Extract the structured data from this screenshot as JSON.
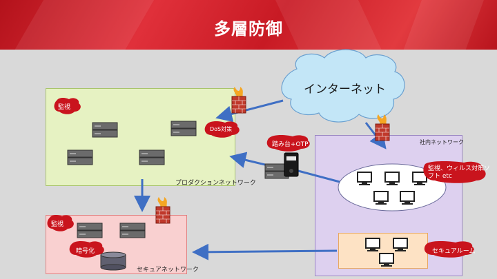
{
  "title": "多層防御",
  "internet": {
    "label": "インターネット"
  },
  "production": {
    "label": "プロダクションネットワーク",
    "tags": {
      "monitor": "監視",
      "ddos": "DoS対策"
    }
  },
  "secure": {
    "label": "セキュアネットワーク",
    "tags": {
      "monitor": "監視",
      "encrypt": "暗号化"
    }
  },
  "office": {
    "label": "社内ネットワーク",
    "tags": {
      "av": "監視、ウィルス対策ソフト etc"
    }
  },
  "gateway": {
    "tag": "踏み台+OTP"
  },
  "secureroom": {
    "tag": "セキュアルーム"
  },
  "colors": {
    "header": "#d62630",
    "production_fill": "#e6f2c2",
    "secure_fill": "#f9d0d0",
    "office_fill": "#ddd0ef",
    "secureroom_fill": "#fde2c4",
    "badge": "#c9141d",
    "arrow": "#3f6fc4"
  }
}
